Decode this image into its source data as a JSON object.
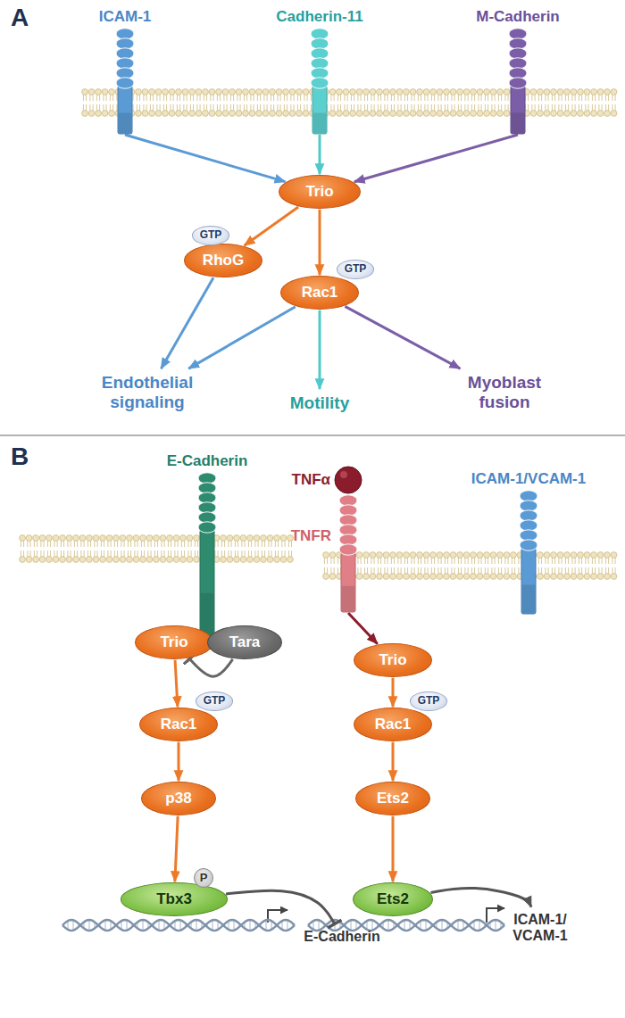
{
  "diagram": {
    "nodes": [
      {
        "text": [
          "ICAM-1"
        ]
      },
      {
        "text": [
          "Cadherin-11"
        ]
      },
      {
        "text": [
          "M-Cadherin"
        ]
      },
      {
        "text": [
          "Trio"
        ]
      },
      {
        "text": [
          "RhoG"
        ]
      },
      {
        "text": [
          "GTP"
        ]
      },
      {
        "text": [
          "Rac1"
        ]
      },
      {
        "text": [
          "GTP"
        ]
      },
      {
        "text": [
          "Endothelial signaling"
        ]
      },
      {
        "text": [
          "Motility"
        ]
      },
      {
        "text": [
          "Myoblast fusion"
        ]
      },
      {
        "text": [
          "E-Cadherin"
        ]
      },
      {
        "text": [
          "Trio"
        ]
      },
      {
        "text": [
          "Tara"
        ]
      },
      {
        "text": [
          "Rac1"
        ]
      },
      {
        "text": [
          "GTP"
        ]
      },
      {
        "text": [
          "p38"
        ]
      },
      {
        "text": [
          "Tbx3"
        ]
      },
      {
        "text": [
          "P"
        ]
      },
      {
        "text": [
          "E-Cadherin"
        ]
      },
      {
        "text": [
          "TNFα"
        ]
      },
      {
        "text": [
          "TNFR"
        ]
      },
      {
        "text": [
          "ICAM-1/VCAM-1"
        ]
      },
      {
        "text": [
          "Trio"
        ]
      },
      {
        "text": [
          "Rac1"
        ]
      },
      {
        "text": [
          "GTP"
        ]
      },
      {
        "text": [
          "Ets2"
        ]
      },
      {
        "text": [
          "Ets2"
        ]
      },
      {
        "text": [
          "ICAM-1/ VCAM-1"
        ]
      }
    ],
    "edges": [
      {
        "from": 0,
        "to": 3,
        "arrow": "to"
      },
      {
        "from": 1,
        "to": 3,
        "arrow": "to"
      },
      {
        "from": 2,
        "to": 3,
        "arrow": "to"
      },
      {
        "from": 3,
        "to": 4,
        "arrow": "to"
      },
      {
        "from": 3,
        "to": 6,
        "arrow": "to"
      },
      {
        "from": 4,
        "to": 8,
        "arrow": "to"
      },
      {
        "from": 6,
        "to": 8,
        "arrow": "to"
      },
      {
        "from": 6,
        "to": 9,
        "arrow": "to"
      },
      {
        "from": 6,
        "to": 10,
        "arrow": "to"
      },
      {
        "from": 12,
        "to": 14,
        "arrow": "to"
      },
      {
        "from": 13,
        "to": 12,
        "arrow": "to"
      },
      {
        "from": 14,
        "to": 16,
        "arrow": "to"
      },
      {
        "from": 16,
        "to": 17,
        "arrow": "to"
      },
      {
        "from": 17,
        "to": 19,
        "arrow": "to"
      },
      {
        "from": 21,
        "to": 23,
        "arrow": "to"
      },
      {
        "from": 23,
        "to": 24,
        "arrow": "to"
      },
      {
        "from": 24,
        "to": 26,
        "arrow": "to"
      },
      {
        "from": 26,
        "to": 27,
        "arrow": "to"
      },
      {
        "from": 27,
        "to": 28,
        "arrow": "to"
      }
    ],
    "labels": [
      "A",
      "B"
    ]
  }
}
